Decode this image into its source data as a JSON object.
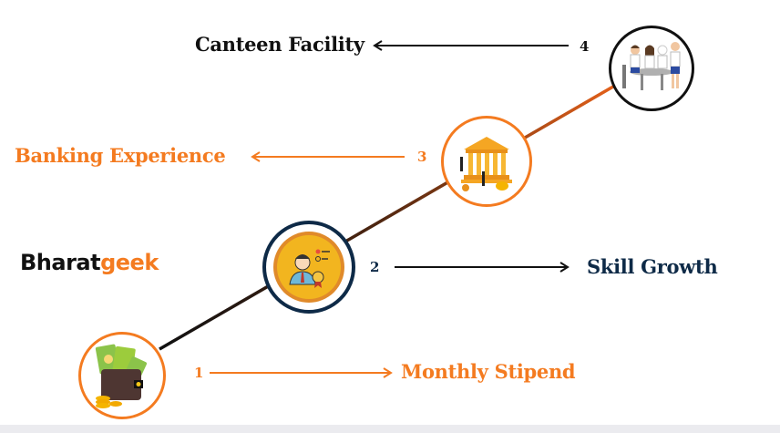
{
  "brand": {
    "part1": "Bharat",
    "part2": "geek",
    "accent": "#f47b20",
    "dark": "#111111"
  },
  "colors": {
    "orange": "#f47b20",
    "navy": "#0e2a47",
    "black": "#111111"
  },
  "steps": [
    {
      "number": "1",
      "label": "Monthly Stipend",
      "icon": "wallet-money-icon",
      "color": "#f47b20",
      "arrow": "right"
    },
    {
      "number": "2",
      "label": "Skill Growth",
      "icon": "certified-professional-icon",
      "color": "#0e2a47",
      "arrow": "right"
    },
    {
      "number": "3",
      "label": "Banking Experience",
      "icon": "bank-building-icon",
      "color": "#f47b20",
      "arrow": "left"
    },
    {
      "number": "4",
      "label": "Canteen Facility",
      "icon": "canteen-students-icon",
      "color": "#111111",
      "arrow": "left"
    }
  ]
}
